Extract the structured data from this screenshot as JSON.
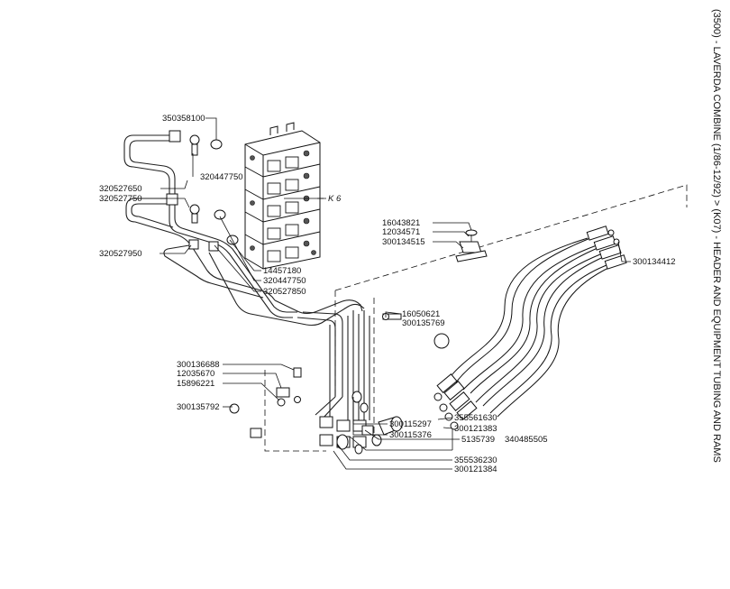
{
  "side_title": "(3500) - LAVERDA COMBINE (1/86-12/92) > (K07) - HEADER AND EQUIPMENT TUBING AND RAMS",
  "labels": {
    "p350358100": "350358100",
    "p320447750a": "320447750",
    "p320527650": "320527650",
    "p320527750": "320527750",
    "k6": "K 6",
    "p320527950": "320527950",
    "p14457180": "14457180",
    "p320447750b": "320447750",
    "p320527850": "320527850",
    "p16043821": "16043821",
    "p12034571": "12034571",
    "p300134515": "300134515",
    "p300134412": "300134412",
    "p16050621": "16050621",
    "p300135769": "300135769",
    "p300136688": "300136688",
    "p12035670": "12035670",
    "p15896221": "15896221",
    "p300135792": "300135792",
    "p300115297": "300115297",
    "p300115376": "300115376",
    "p355561630": "355561630",
    "p300121383": "300121383",
    "p5135739": "5135739",
    "p340485505": "340485505",
    "p355536230": "355536230",
    "p300121384": "300121384"
  }
}
